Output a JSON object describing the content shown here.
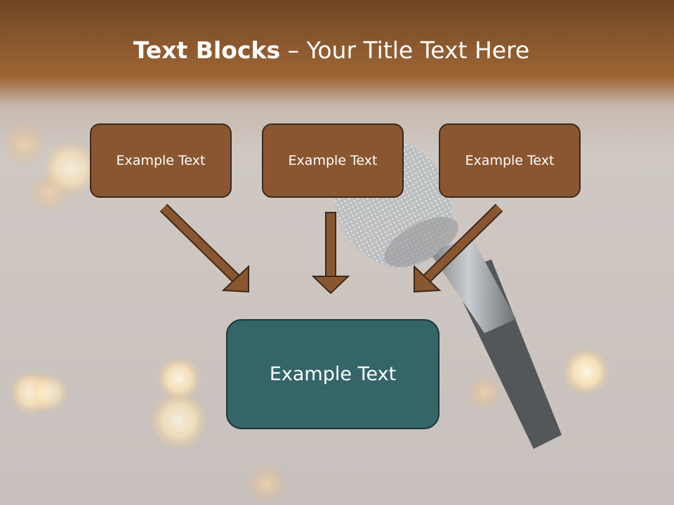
{
  "slide": {
    "title_bold": "Text Blocks",
    "title_dash": " – ",
    "title_rest": "Your Title Text Here",
    "boxes": [
      {
        "label": "Example Text"
      },
      {
        "label": "Example Text"
      },
      {
        "label": "Example Text"
      }
    ],
    "center_box": {
      "label": "Example Text"
    }
  },
  "colors": {
    "header_brown": "#8d5a2f",
    "box_brown": "#8a5630",
    "arrow_brown": "#8a5630",
    "center_teal": "#346569"
  },
  "icons": [
    "arrow-down-right",
    "arrow-down",
    "arrow-down-left"
  ]
}
